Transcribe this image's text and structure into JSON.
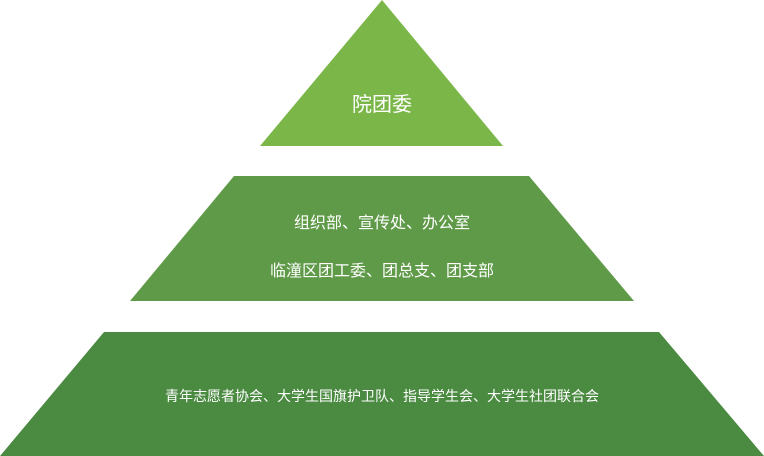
{
  "colors": {
    "top": "#7ab648",
    "middle": "#5f9a48",
    "bottom": "#4a8a41"
  },
  "levels": {
    "top": {
      "lines": [
        "院团委"
      ]
    },
    "middle": {
      "lines": [
        "组织部、宣传处、办公室",
        "临潼区团工委、团总支、团支部"
      ]
    },
    "bottom": {
      "lines": [
        "青年志愿者协会、大学生国旗护卫队、指导学生会、大学生社团联合会"
      ]
    }
  }
}
